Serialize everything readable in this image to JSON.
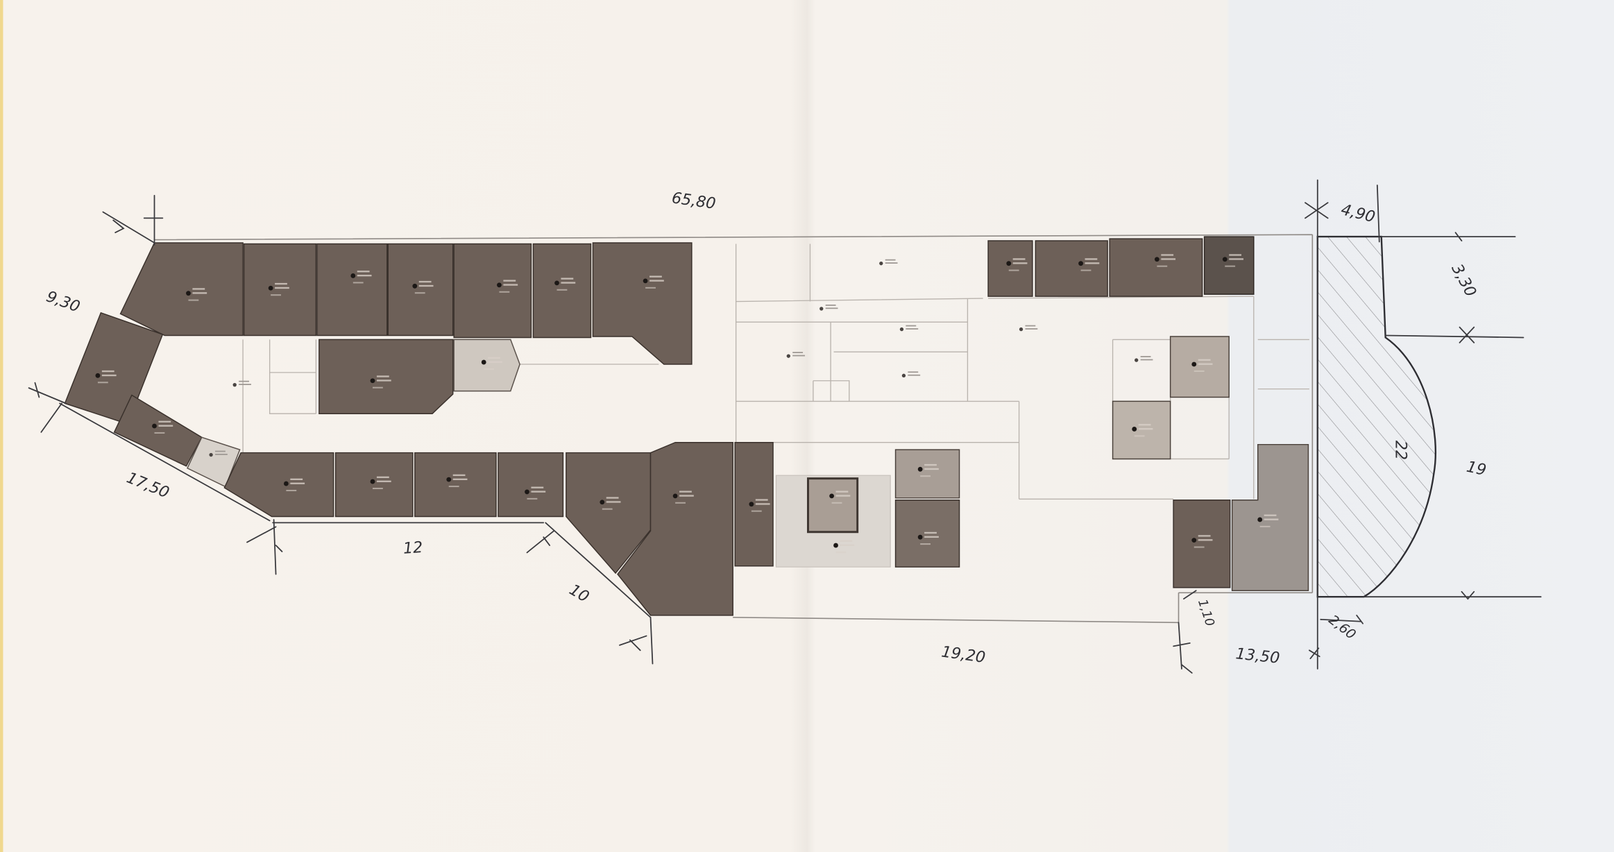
{
  "drawing": {
    "dimensions": {
      "top_length": "65,80",
      "left_edge": "9,30",
      "lower_left_diagonal": "17,50",
      "bottom_left": "12",
      "bottom_diagonal": "10",
      "bottom_middle": "19,20",
      "bottom_right": "13,50",
      "offset_small": "1,10",
      "top_right_width": "4,90",
      "right_upper": "3,30",
      "right_height": "19",
      "hatched_area": "22",
      "bottom_right_width": "2,60"
    }
  },
  "colors": {
    "paper": "#f5f0eb",
    "room_dark": "#6d6058",
    "room_darker": "#5b524c",
    "room_medium": "#a89e96",
    "room_light": "#cfc8c0",
    "hatch": "#8a8a8e",
    "ink": "#3a3a3e"
  }
}
